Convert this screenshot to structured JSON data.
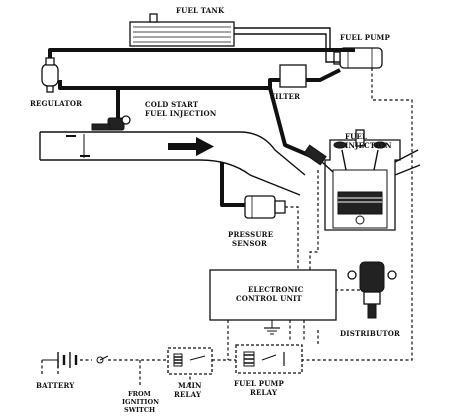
{
  "labels": {
    "fuel_tank": "FUEL TANK",
    "fuel_pump": "FUEL PUMP",
    "regulator": "REGULATOR",
    "filter": "FILTER",
    "cold_start_1": "COLD START",
    "cold_start_2": "FUEL INJECTION",
    "fuel_injection_1": "FUEL",
    "fuel_injection_2": "INJECTION",
    "pressure_1": "PRESSURE",
    "pressure_2": "SENSOR",
    "ecu_1": "ELECTRONIC",
    "ecu_2": "CONTROL UNIT",
    "distributor": "DISTRIBUTOR",
    "battery": "BATTERY",
    "from_1": "FROM",
    "from_2": "IGNITION",
    "from_3": "SWITCH",
    "main_relay_1": "MAIN",
    "main_relay_2": "RELAY",
    "pump_relay_1": "FUEL PUMP",
    "pump_relay_2": "RELAY"
  }
}
